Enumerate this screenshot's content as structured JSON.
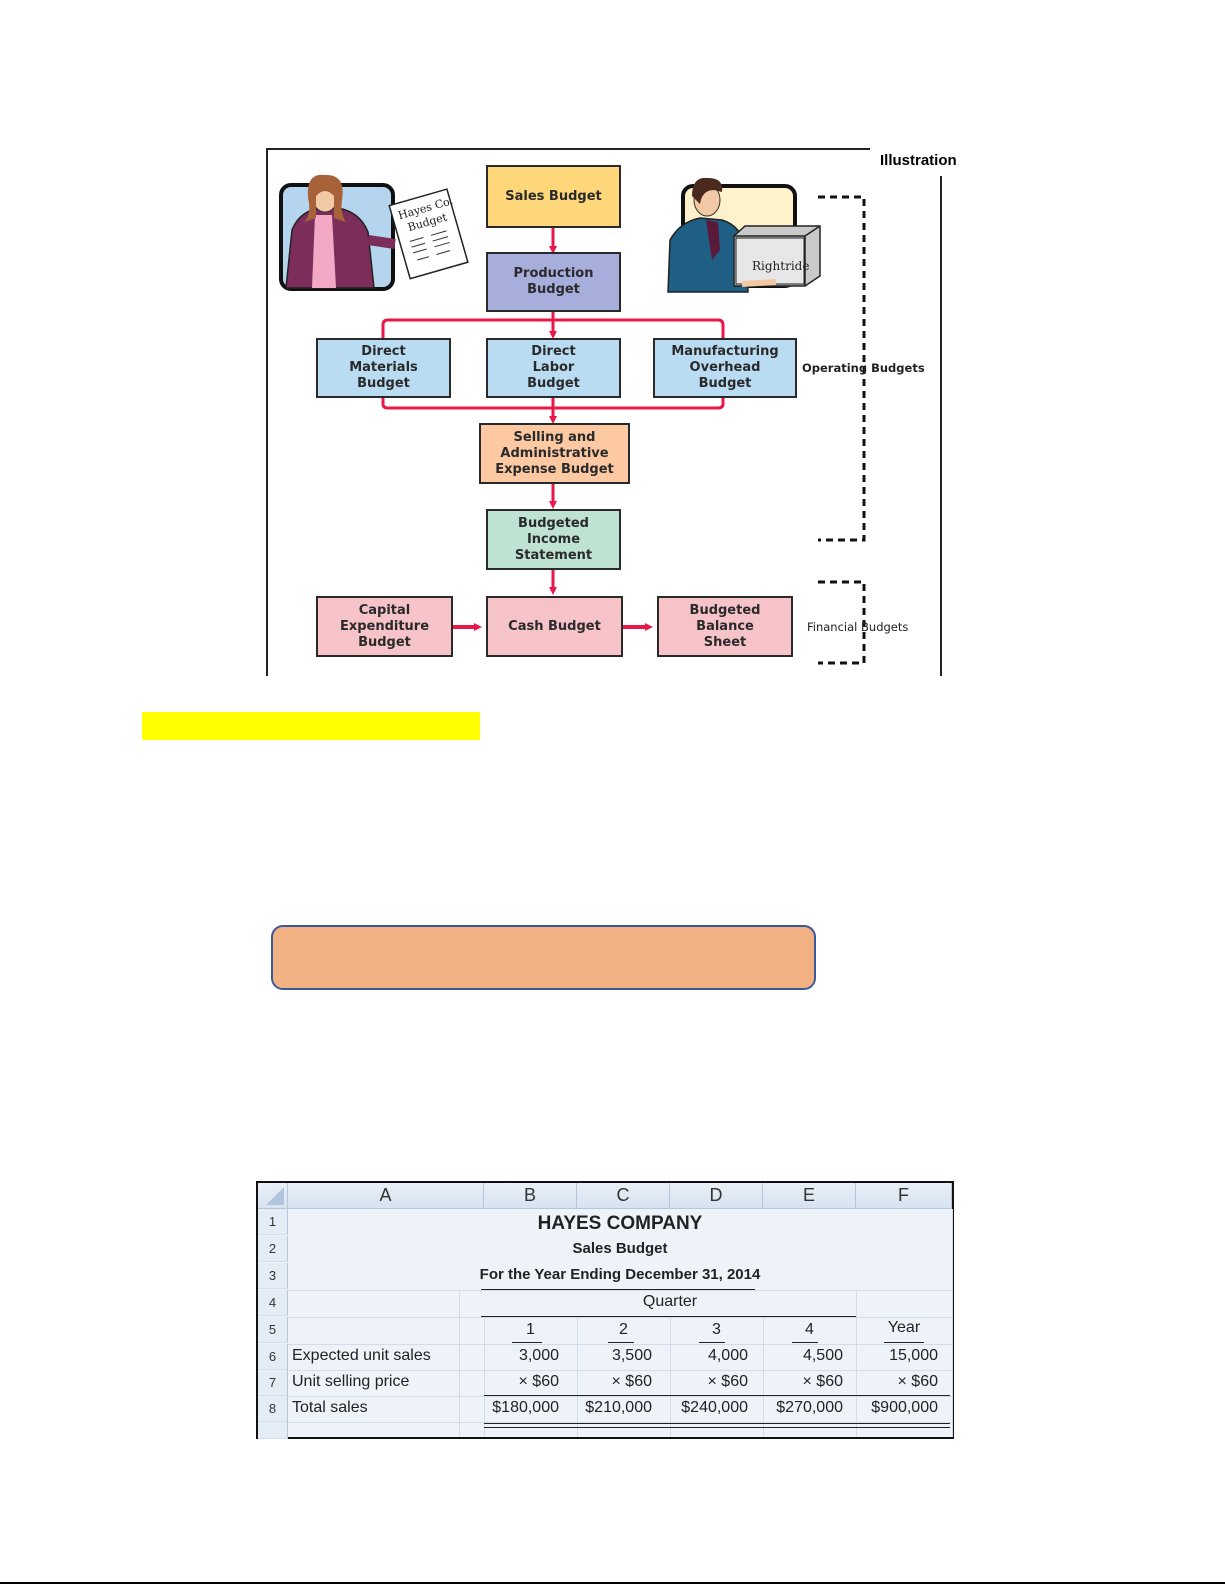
{
  "diagram": {
    "illustration_label": "Illustration",
    "boxes": {
      "sales": "Sales Budget",
      "production": "Production\nBudget",
      "direct_materials": "Direct\nMaterials\nBudget",
      "direct_labor": "Direct\nLabor\nBudget",
      "manufacturing_overhead": "Manufacturing\nOverhead\nBudget",
      "selling_admin": "Selling and\nAdministrative\nExpense Budget",
      "income_statement": "Budgeted\nIncome\nStatement",
      "capital_expenditure": "Capital\nExpenditure\nBudget",
      "cash": "Cash Budget",
      "balance_sheet": "Budgeted\nBalance\nSheet"
    },
    "bracket_labels": {
      "operating": "Operating Budgets",
      "financial": "Financial Budgets"
    },
    "clipart": {
      "woman_document_line1": "Hayes Co.",
      "woman_document_line2": "Budget",
      "man_box_label": "Rightride"
    },
    "colors": {
      "arrow": "#e8194a",
      "sales": "#fdd77a",
      "production": "#a8aedb",
      "operating_blue": "#b9dcf2",
      "selling_admin": "#fcc9a3",
      "income_statement": "#bfe3d2",
      "financial_pink": "#f6c3c8"
    }
  },
  "highlight_bar": {
    "color": "#ffff00"
  },
  "callout_box": {
    "fill": "#f2b183",
    "border": "#3b5998"
  },
  "spreadsheet": {
    "columns": [
      "A",
      "B",
      "C",
      "D",
      "E",
      "F"
    ],
    "row_numbers": [
      "1",
      "2",
      "3",
      "4",
      "5",
      "6",
      "7",
      "8"
    ],
    "company": "HAYES COMPANY",
    "report_name": "Sales Budget",
    "period": "For the Year Ending December 31, 2014",
    "quarter_label": "Quarter",
    "period_headers": [
      "1",
      "2",
      "3",
      "4",
      "Year"
    ],
    "rows": [
      {
        "label": "Expected unit sales",
        "values": [
          "3,000",
          "3,500",
          "4,000",
          "4,500",
          "15,000"
        ]
      },
      {
        "label": "Unit selling price",
        "values": [
          "× $60",
          "× $60",
          "× $60",
          "× $60",
          "× $60"
        ]
      },
      {
        "label": "Total sales",
        "values": [
          "$180,000",
          "$210,000",
          "$240,000",
          "$270,000",
          "$900,000"
        ]
      }
    ]
  }
}
